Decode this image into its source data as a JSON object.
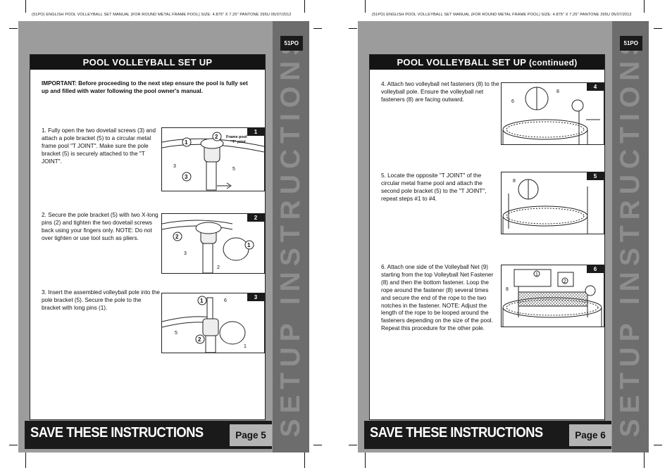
{
  "header": {
    "left": "(51PO)  ENGLISH  POOL VOLLEYBALL SET MANUAL (FOR ROUND METAL FRAME POOL)  SIZE: 4.875\" X 7.25\"  PANTONE 295U  05/07/2012",
    "right": "(51PO)  ENGLISH  POOL VOLLEYBALL SET MANUAL (FOR ROUND METAL FRAME POOL)  SIZE: 4.875\" X 7.25\"  PANTONE 295U  05/07/2012"
  },
  "model_code": "51PO",
  "sidebar_text": "SETUP INSTRUCTIONS",
  "footer_text": "SAVE THESE INSTRUCTIONS",
  "page5": {
    "title": "POOL VOLLEYBALL SET UP",
    "page_label": "Page 5",
    "important": "IMPORTANT: Before proceeding to the next step ensure the pool is fully set up and filled with water following the pool owner's manual.",
    "steps": [
      {
        "num": "1.",
        "text": "Fully open the two dovetail screws (3) and attach a pole bracket (5) to a circular metal frame pool \"T JOINT\". Make sure the pole bracket (5) is securely attached to the \"T JOINT\".",
        "fig": "1"
      },
      {
        "num": "2.",
        "text": "Secure the pole bracket (5) with two X-long pins (2) and tighten the two dovetail screws back using your fingers only. NOTE: Do not over tighten or use tool such as pliers.",
        "fig": "2"
      },
      {
        "num": "3.",
        "text": "Insert the assembled volleyball pole into the pole bracket (5). Secure the pole to the bracket with long pins (1).",
        "fig": "3"
      }
    ],
    "fig1_labels": {
      "frame_pool": "Frame pool",
      "t_joint": "\"T\" joint",
      "n1": "1",
      "n2": "2",
      "n3": "3",
      "n3b": "3",
      "n5": "5"
    },
    "fig2_labels": {
      "n2": "2",
      "n1": "1",
      "n3": "3",
      "n2b": "2"
    },
    "fig3_labels": {
      "n1": "1",
      "n6": "6",
      "n5": "5",
      "n2": "2",
      "n1b": "1"
    }
  },
  "page6": {
    "title": "POOL VOLLEYBALL SET UP",
    "title_suffix": "(continued)",
    "page_label": "Page 6",
    "steps": [
      {
        "num": "4.",
        "text": "Attach two volleyball net fasteners (8) to the volleyball pole. Ensure the volleyball net fasteners (8) are facing outward.",
        "fig": "4"
      },
      {
        "num": "5.",
        "text": "Locate the opposite \"T JOINT\" of the circular metal frame pool and attach the second pole bracket (5) to the \"T JOINT\", repeat steps #1 to #4.",
        "fig": "5"
      },
      {
        "num": "6.",
        "text": "Attach one side of the Volleyball Net (9) starting from the top Volleyball Net Fastener (8) and then the bottom fastener. Loop the rope around the fastener (8) several times and secure the end of the rope to the two notches in the fastener. NOTE: Adjust the length of the rope to be looped around the fasteners depending on the size of the pool. Repeat this procedure for the other pole.",
        "fig": "6"
      }
    ],
    "fig4_labels": {
      "n8": "8",
      "n6": "6"
    },
    "fig5_labels": {
      "n8": "8"
    },
    "fig6_labels": {
      "n8": "8",
      "n1": "1",
      "n2": "2"
    }
  },
  "colors": {
    "page_gray": "#9c9c9c",
    "sidebar_gray": "#6d6d6d",
    "black_bar": "#1a1a1a",
    "page_label_bg": "#b4b4b4"
  }
}
